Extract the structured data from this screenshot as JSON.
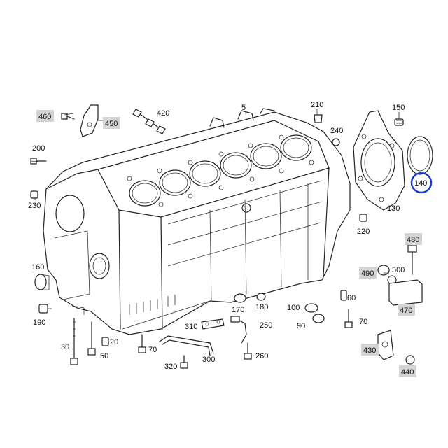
{
  "parts": {
    "p5": "5",
    "p20": "20",
    "p30": "30",
    "p50": "50",
    "p60": "60",
    "p70a": "70",
    "p70b": "70",
    "p90": "90",
    "p100": "100",
    "p130": "130",
    "p140": "140",
    "p150": "150",
    "p160": "160",
    "p170": "170",
    "p180": "180",
    "p190": "190",
    "p200": "200",
    "p210": "210",
    "p220": "220",
    "p230": "230",
    "p240": "240",
    "p250": "250",
    "p260": "260",
    "p300": "300",
    "p310": "310",
    "p320": "320",
    "p420": "420",
    "p430": "430",
    "p440": "440",
    "p450": "450",
    "p460": "460",
    "p470": "470",
    "p480": "480",
    "p490": "490",
    "p500": "500"
  },
  "style": {
    "highlight_color": "#1a3fcf",
    "label_box_color": "#d4d4d4",
    "line_color": "#222222"
  }
}
